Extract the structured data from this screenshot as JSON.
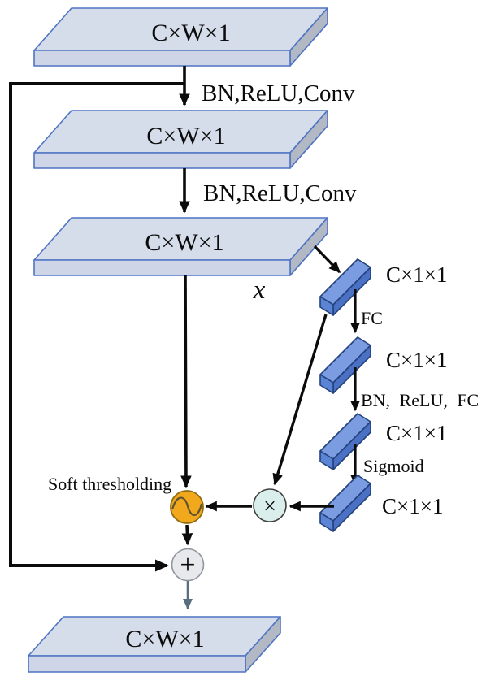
{
  "diagram": {
    "slabs": [
      {
        "label": "C×W×1"
      },
      {
        "label": "C×W×1"
      },
      {
        "label": "C×W×1"
      },
      {
        "label": "C×W×1"
      }
    ],
    "bars": [
      {
        "label": "C×1×1"
      },
      {
        "label": "C×1×1"
      },
      {
        "label": "C×1×1"
      },
      {
        "label": "C×1×1"
      }
    ],
    "edge_labels": {
      "conv1": "BN,ReLU,Conv",
      "conv2": "BN,ReLU,Conv",
      "fc": "FC",
      "bn_relu_fc": "BN, ReLU, FC",
      "sigmoid": "Sigmoid"
    },
    "feature_label": "x",
    "ops": {
      "soft_threshold_label": "Soft thresholding",
      "multiply_symbol": "×",
      "add_symbol": "+"
    },
    "colors": {
      "slab_fill": "#cdd5e6",
      "slab_stroke": "#4f74c4",
      "bar_front": "#4a71c4",
      "bar_top": "#7b9ce0",
      "bar_stroke": "#24427e",
      "soft_threshold_fill": "#f2a81d",
      "multiply_fill": "#daefeb",
      "add_fill": "#e8e9ed",
      "arrow": "#0b0b0b",
      "output_arrow": "#5b6e7f"
    }
  }
}
